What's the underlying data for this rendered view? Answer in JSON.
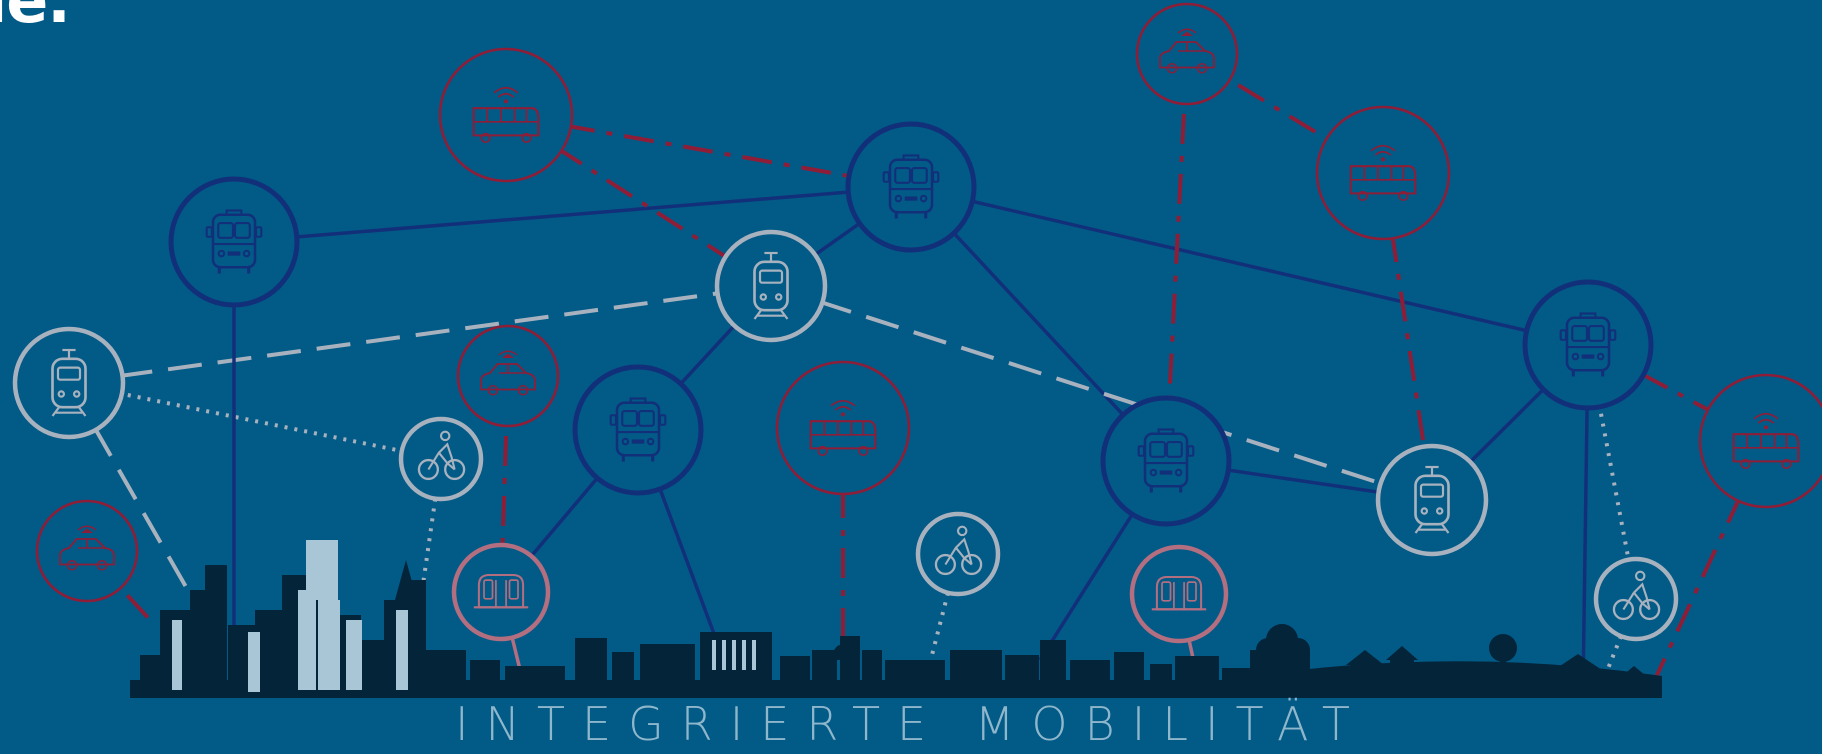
{
  "heading_fragment": "ie.",
  "caption": "INTEGRIERTE MOBILITÄT",
  "colors": {
    "background": "#025a87",
    "network_connected": "#12307a",
    "network_public": "#a8b2be",
    "network_smart": "#8e1e38",
    "shuttle": "#b36e80",
    "skyline_dark": "#04243a",
    "skyline_light": "#a9c6d6"
  },
  "legend_semantics": {
    "connected": "solid dark-blue lines and circles",
    "public": "grey dashed / dotted lines and circles",
    "smart": "red dash-dot lines and circles"
  },
  "nodes": [
    {
      "id": "bus-left",
      "icon": "bus-icon",
      "group": "connected"
    },
    {
      "id": "bus-top-center",
      "icon": "bus-icon",
      "group": "connected"
    },
    {
      "id": "bus-center",
      "icon": "bus-icon",
      "group": "connected"
    },
    {
      "id": "bus-right-center",
      "icon": "bus-icon",
      "group": "connected"
    },
    {
      "id": "bus-right",
      "icon": "bus-icon",
      "group": "connected"
    },
    {
      "id": "tram-left",
      "icon": "tram-icon",
      "group": "public"
    },
    {
      "id": "tram-center",
      "icon": "tram-icon",
      "group": "public"
    },
    {
      "id": "tram-right",
      "icon": "tram-icon",
      "group": "public"
    },
    {
      "id": "bike-left",
      "icon": "bicycle-icon",
      "group": "public"
    },
    {
      "id": "bike-center",
      "icon": "bicycle-icon",
      "group": "public"
    },
    {
      "id": "bike-right",
      "icon": "bicycle-icon",
      "group": "public"
    },
    {
      "id": "smart-bus-top-left",
      "icon": "smart-bus-icon",
      "group": "smart"
    },
    {
      "id": "smart-bus-center",
      "icon": "smart-bus-icon",
      "group": "smart"
    },
    {
      "id": "smart-bus-top-right",
      "icon": "smart-bus-icon",
      "group": "smart"
    },
    {
      "id": "smart-bus-far-right",
      "icon": "smart-bus-icon",
      "group": "smart"
    },
    {
      "id": "smart-car-left",
      "icon": "smart-car-icon",
      "group": "smart"
    },
    {
      "id": "smart-car-center",
      "icon": "smart-car-icon",
      "group": "smart"
    },
    {
      "id": "smart-car-top",
      "icon": "smart-car-icon",
      "group": "smart"
    },
    {
      "id": "shuttle-left",
      "icon": "shuttle-icon",
      "group": "shuttle"
    },
    {
      "id": "shuttle-right",
      "icon": "shuttle-icon",
      "group": "shuttle"
    }
  ],
  "edges": [
    {
      "from": "bus-left",
      "to": "bus-top-center",
      "style": "solid"
    },
    {
      "from": "bus-top-center",
      "to": "bus-right",
      "style": "solid"
    },
    {
      "from": "bus-top-center",
      "to": "tram-center",
      "style": "solid"
    },
    {
      "from": "bus-top-center",
      "to": "bus-right-center",
      "style": "solid"
    },
    {
      "from": "tram-center",
      "to": "bus-center",
      "style": "solid"
    },
    {
      "from": "bus-center",
      "to": "shuttle-left",
      "style": "solid"
    },
    {
      "from": "bus-right-center",
      "to": "tram-right",
      "style": "solid"
    },
    {
      "from": "bus-right",
      "to": "tram-right",
      "style": "solid"
    },
    {
      "from": "tram-left",
      "to": "tram-center",
      "style": "dashed"
    },
    {
      "from": "tram-center",
      "to": "tram-right",
      "style": "dashed"
    },
    {
      "from": "tram-left",
      "to": "bike-left",
      "style": "dotted"
    },
    {
      "from": "bus-right",
      "to": "bike-right",
      "style": "dotted"
    },
    {
      "from": "smart-bus-top-left",
      "to": "bus-top-center",
      "style": "dashdot"
    },
    {
      "from": "smart-bus-top-left",
      "to": "tram-center",
      "style": "dashdot"
    },
    {
      "from": "smart-car-top",
      "to": "smart-bus-top-right",
      "style": "dashdot"
    },
    {
      "from": "smart-car-top",
      "to": "bus-right-center",
      "style": "dashdot"
    },
    {
      "from": "smart-bus-top-right",
      "to": "tram-right",
      "style": "dashdot"
    },
    {
      "from": "bus-right",
      "to": "smart-bus-far-right",
      "style": "dashdot"
    },
    {
      "from": "smart-car-center",
      "to": "shuttle-left",
      "style": "dashdot"
    }
  ]
}
